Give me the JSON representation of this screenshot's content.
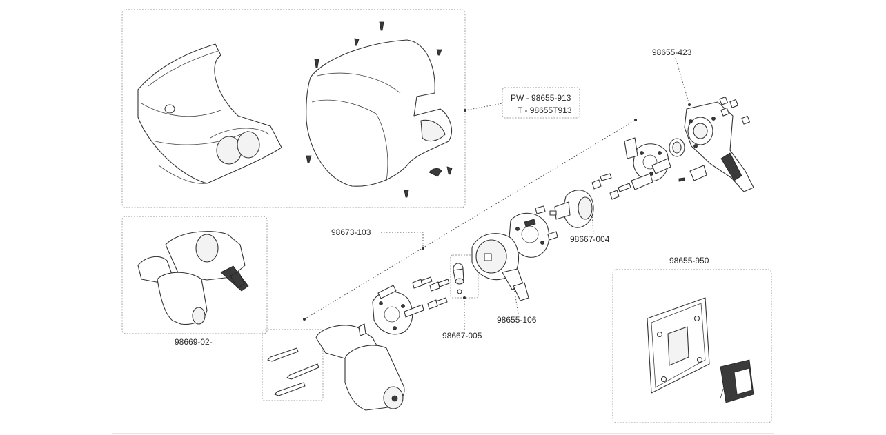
{
  "labels": {
    "cover_pw": "PW - 98655-913",
    "cover_t": "T - 98655T913",
    "bracket": "98655-423",
    "motor_kit": "98673-103",
    "gear_body": "98667-004",
    "assembly": "98669-02-",
    "switch_kit": "98655-950",
    "drive_cap": "98655-106",
    "bushing": "98667-005"
  }
}
